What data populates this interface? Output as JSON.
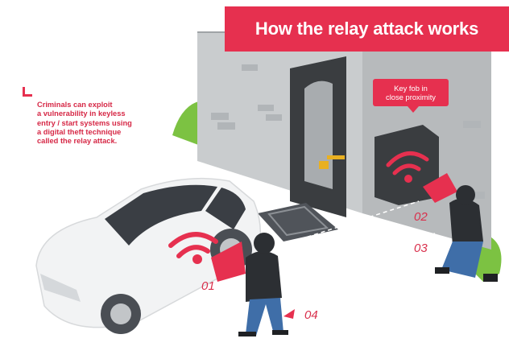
{
  "header": {
    "title": "How the relay attack works"
  },
  "intro": {
    "text": "Criminals can exploit\na vulnerability in keyless\nentry / start systems using\na digital theft technique\ncalled the relay attack."
  },
  "callout": {
    "text": "Key fob in\nclose proximity"
  },
  "steps": [
    {
      "label": "01"
    },
    {
      "label": "02"
    },
    {
      "label": "03"
    },
    {
      "label": "04"
    }
  ],
  "colors": {
    "accent": "#e6304f",
    "wall": "#c9ccce",
    "wall_shade": "#b7babc",
    "grass": "#7cc242",
    "car": "#f2f3f4",
    "thief_jacket": "#2c2f33",
    "thief_jeans": "#3f6ea8"
  },
  "icons": [
    "wifi-signal-icon",
    "key-fob-icon",
    "relay-device-icon",
    "arrow-icon"
  ]
}
